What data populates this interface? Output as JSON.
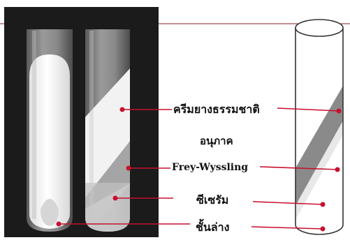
{
  "labels": {
    "natural_rubber_cream": "ครีมยางธรรมชาติ",
    "particle_prefix": "อนุภาค",
    "frey_wyssling": "Frey-Wyssling",
    "c_serum": "ซีเซรัม",
    "bottom_fraction": "ชั้นล่าง"
  },
  "colors": {
    "photo_background": "#1b1b1b",
    "cream_white": "#f4f4f4",
    "leader_line": "#c8102e",
    "schematic_band": "#8a8a8a",
    "tube_outline": "#333333"
  }
}
